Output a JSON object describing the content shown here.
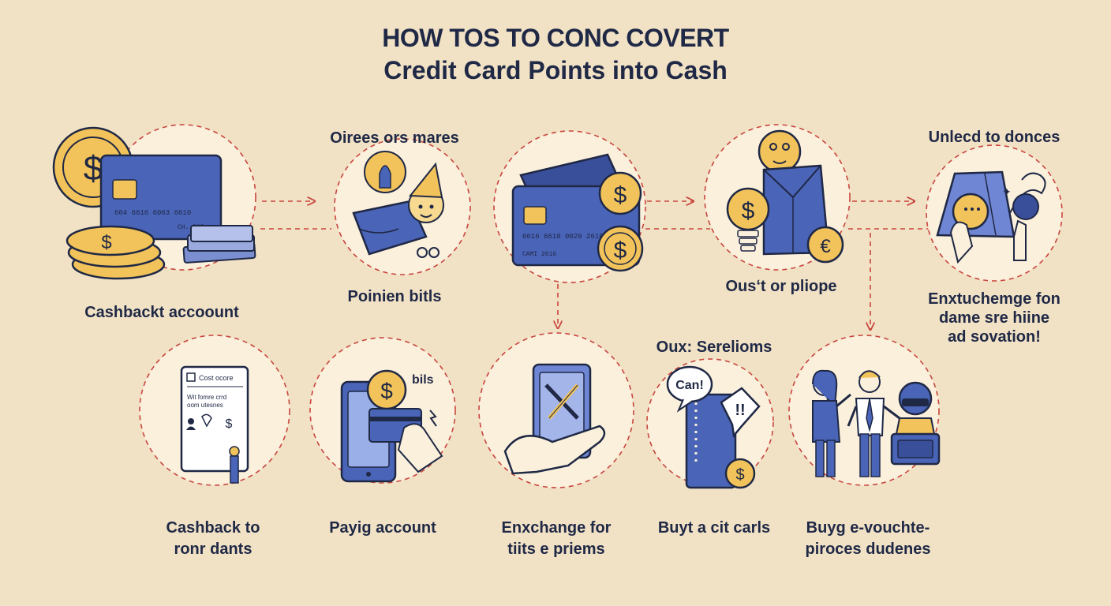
{
  "title": {
    "line1": "HOW TOS TO CONC COVERT",
    "line2": "Credit Card Points into Cash"
  },
  "labels": {
    "cashback_account": "Cashbackt accoount",
    "oirees_top": "Oirees ors mares",
    "poinien_bitls": "Poinien bitls",
    "oust_plipe": "Ousʻt or pliope",
    "unlecd_top": "Unlecd to donces",
    "exchange_line1": "Enxtuchemge fon",
    "exchange_line2": "dame sre hiine",
    "exchange_line3": "ad sovation!",
    "cashback_to_1": "Cashback to",
    "cashback_to_2": "ronr dants",
    "payig_account": "Payig account",
    "exchange_for_1": "Enxchange for",
    "exchange_for_2": "tiits e priems",
    "oux_serelioms": "Oux: Serelioms",
    "buyt_cit_1": "Buyt a cit carls",
    "buyg_1": "Buyg e-vouchte-",
    "buyg_2": "piroces dudenes"
  },
  "card_texts": {
    "card1_num": "604 6616 6063 6610",
    "card1_name": "CH. ISI",
    "card3_num": "6616 6610 0020 2610",
    "card3_name": "CAMI 2616",
    "doc_heading": "Cost ocore",
    "doc_line1": "Wit fomre crrd",
    "doc_line2": "oom utesnes",
    "phone_bits": "bils",
    "bubble_can": "Can!",
    "bubble_bang": "!!"
  },
  "colors": {
    "background": "#f1e2c6",
    "circle_fill": "#fbf0dc",
    "dash_red": "#c8463e",
    "navy": "#1f2845",
    "card_blue": "#4a64b8",
    "card_dark": "#3a4f9a",
    "gold": "#f2c35a",
    "gold_dark": "#d9a636"
  },
  "icons": [
    "coin-stack-icon",
    "credit-card-icon",
    "gnome-person-icon",
    "wallet-cards-icon",
    "emoji-face-icon",
    "euro-coin-icon",
    "tablet-hand-icon",
    "document-icon",
    "phone-payment-icon",
    "tools-hand-icon",
    "speech-bubble-icon",
    "people-group-icon"
  ]
}
